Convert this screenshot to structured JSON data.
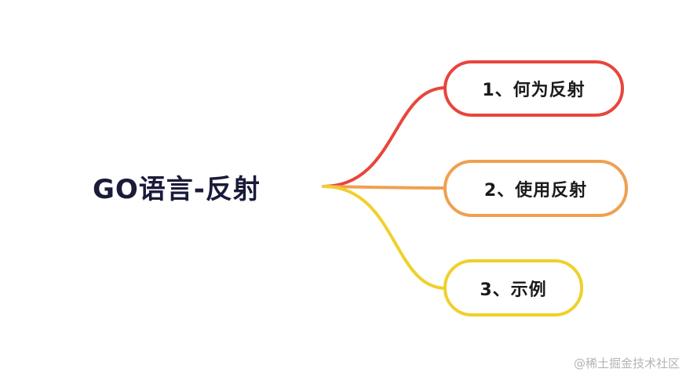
{
  "root": {
    "label": "GO语言-反射"
  },
  "branches": [
    {
      "label": "1、何为反射",
      "color": "#e8453c"
    },
    {
      "label": "2、使用反射",
      "color": "#f0a050"
    },
    {
      "label": "3、示例",
      "color": "#f0d02a"
    }
  ],
  "watermark": "@稀土掘金技术社区"
}
